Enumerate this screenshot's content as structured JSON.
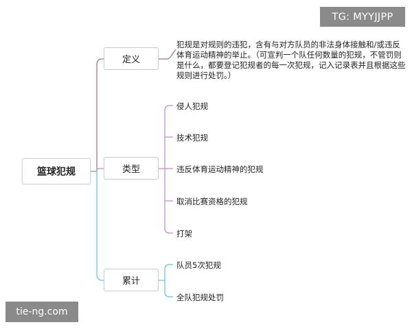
{
  "root": {
    "label": "篮球犯规"
  },
  "branches": [
    {
      "label": "定义",
      "description": "犯规是对规则的违犯，含有与对方队员的非法身体接触和/或违反体育运动精神的举止。（可宣判一个队任何数量的犯规，不管罚则是什么，都要登记犯规者的每一次犯规，记入记录表并且根据这些规则进行处罚。）",
      "line_color": "#a07a8a"
    },
    {
      "label": "类型",
      "items": [
        "侵人犯规",
        "技术犯规",
        "违反体育运动精神的犯规",
        "取消比赛资格的犯规",
        "打架"
      ],
      "line_color": "#c58fc2"
    },
    {
      "label": "累计",
      "items": [
        "队员5次犯规",
        "全队犯规处罚"
      ],
      "line_color": "#6fc3d8"
    }
  ],
  "watermarks": {
    "top": "TG: MYYJJPP",
    "bottom": "tie-ng.com"
  }
}
